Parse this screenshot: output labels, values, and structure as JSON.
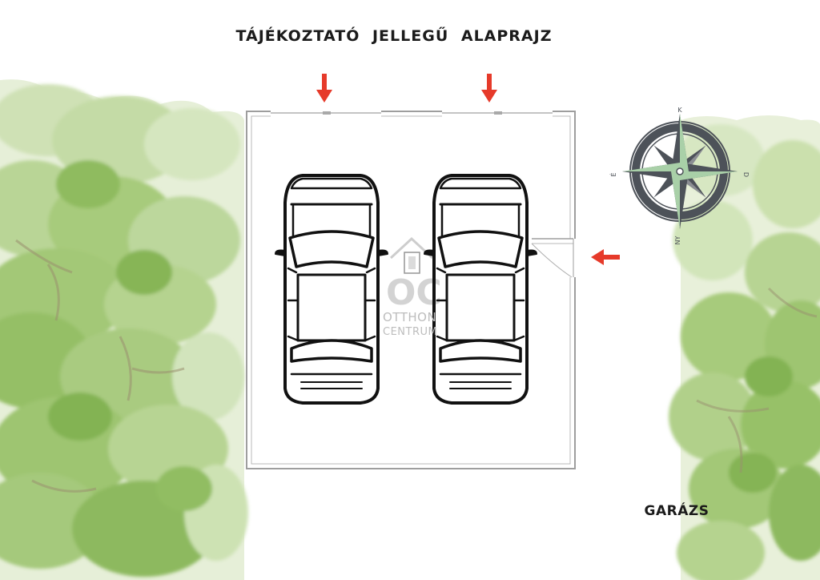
{
  "title": "TÁJÉKOZTATÓ JELLEGŰ ALAPRAJZ",
  "room_name": "GARÁZS",
  "compass": {
    "north": "K",
    "east": "D",
    "south": "NY",
    "west": "É"
  },
  "watermark": {
    "logo": "OC",
    "line1": "OTTHON",
    "line2": "CENTRUM"
  },
  "colors": {
    "arrow": "#e63a2a",
    "wall": "#a9a9a9",
    "compass": "#4d5259",
    "trees_light": "#cfe0b6",
    "trees_mid": "#a9cd7a",
    "trees_dark": "#79ab4e"
  }
}
